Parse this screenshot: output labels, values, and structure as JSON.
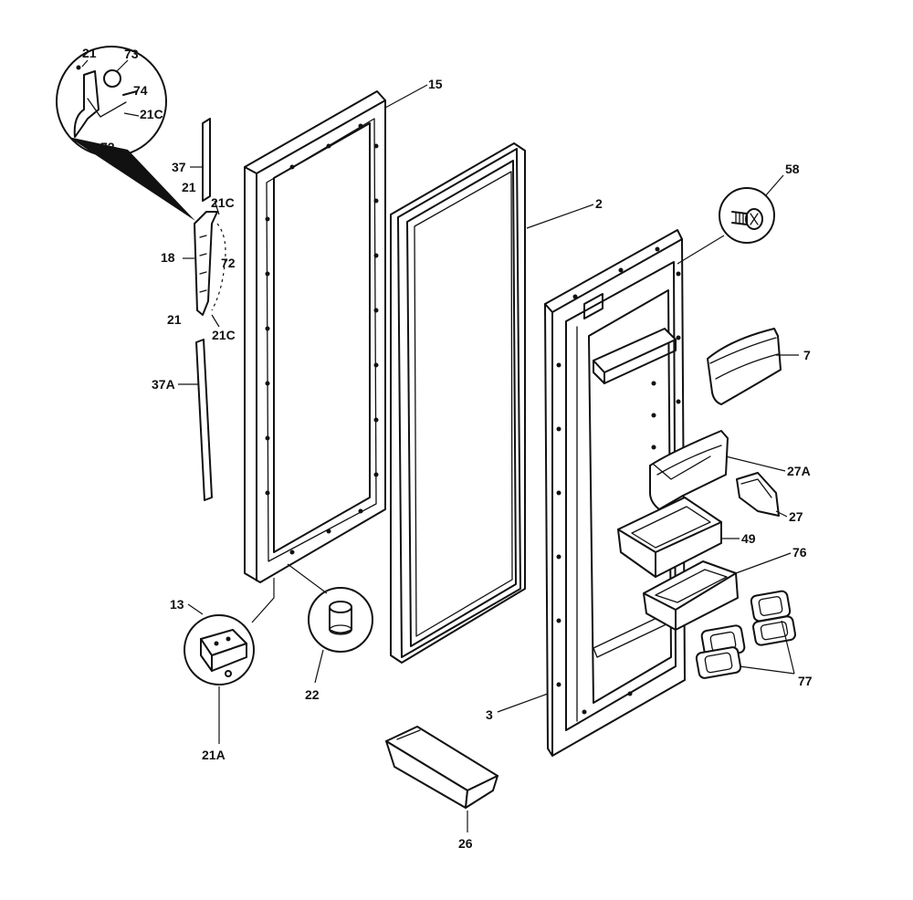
{
  "diagram": {
    "labels": {
      "l58": "58",
      "l15": "15",
      "l2": "2",
      "l7": "7",
      "l27A": "27A",
      "l27": "27",
      "l49": "49",
      "l76": "76",
      "l77": "77",
      "l3": "3",
      "l26": "26",
      "l22": "22",
      "l13": "13",
      "l21A": "21A",
      "l37": "37",
      "l18": "18",
      "l37A": "37A",
      "l21_a": "21",
      "l21_b": "21",
      "l21_c": "21",
      "l21C_a": "21C",
      "l21C_b": "21C",
      "l21C_c": "21C",
      "l72_a": "72",
      "l72_b": "72",
      "l73": "73",
      "l74": "74"
    }
  }
}
